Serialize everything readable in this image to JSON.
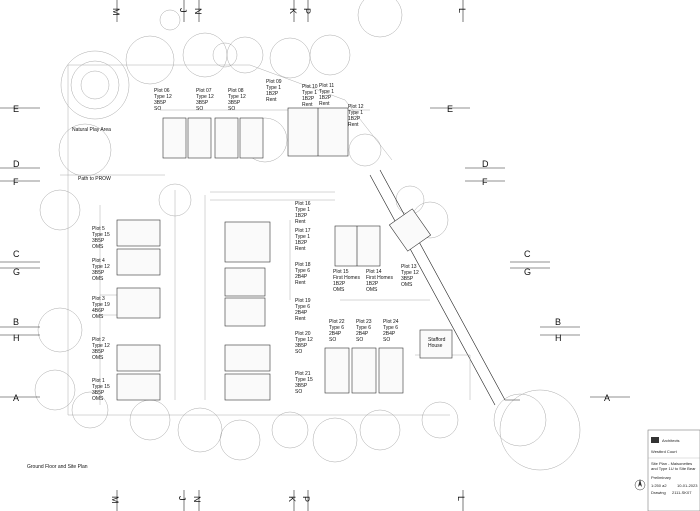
{
  "grid_columns": [
    "M",
    "J",
    "N",
    "K",
    "P",
    "L"
  ],
  "grid_rows_left": [
    "E",
    "D",
    "F",
    "C",
    "G",
    "B",
    "H",
    "A"
  ],
  "grid_rows_right": [
    "E",
    "D",
    "F",
    "C",
    "G",
    "B",
    "H",
    "A"
  ],
  "plots": [
    {
      "id": "p6",
      "lines": [
        "Plot 06",
        "Type 12",
        "3B5P",
        "SO"
      ]
    },
    {
      "id": "p7",
      "lines": [
        "Plot 07",
        "Type 12",
        "3B5P",
        "SO"
      ]
    },
    {
      "id": "p8",
      "lines": [
        "Plot 08",
        "Type 12",
        "3B5P",
        "SO"
      ]
    },
    {
      "id": "p9",
      "lines": [
        "Plot 09",
        "Type 1",
        "1B2P",
        "Rent"
      ]
    },
    {
      "id": "p10",
      "lines": [
        "Plot 10",
        "Type 1",
        "1B2P",
        "Rent"
      ]
    },
    {
      "id": "p11",
      "lines": [
        "Plot 11",
        "Type 1",
        "1B2P",
        "Rent"
      ]
    },
    {
      "id": "p12",
      "lines": [
        "Plot 12",
        "Type 1",
        "1B2P",
        "Rent"
      ]
    },
    {
      "id": "p5",
      "lines": [
        "Plot 5",
        "Type 15",
        "3B5P",
        "OMS"
      ]
    },
    {
      "id": "p4",
      "lines": [
        "Plot 4",
        "Type 12",
        "3B5P",
        "OMS"
      ]
    },
    {
      "id": "p3",
      "lines": [
        "Plot 3",
        "Type 19",
        "4B6P",
        "OMS"
      ]
    },
    {
      "id": "p2",
      "lines": [
        "Plot 2",
        "Type 12",
        "3B5P",
        "OMS"
      ]
    },
    {
      "id": "p1",
      "lines": [
        "Plot 1",
        "Type 15",
        "3B5P",
        "OMS"
      ]
    },
    {
      "id": "p16",
      "lines": [
        "Plot 16",
        "Type 1",
        "1B2P",
        "Rent"
      ]
    },
    {
      "id": "p17",
      "lines": [
        "Plot 17",
        "Type 1",
        "1B2P",
        "Rent"
      ]
    },
    {
      "id": "p18",
      "lines": [
        "Plot 18",
        "Type 6",
        "2B4P",
        "Rent"
      ]
    },
    {
      "id": "p19",
      "lines": [
        "Plot 19",
        "Type 6",
        "2B4P",
        "Rent"
      ]
    },
    {
      "id": "p20",
      "lines": [
        "Plot 20",
        "Type 12",
        "3B5P",
        "SO"
      ]
    },
    {
      "id": "p21",
      "lines": [
        "Plot 21",
        "Type 15",
        "3B5P",
        "SO"
      ]
    },
    {
      "id": "p15",
      "lines": [
        "Plot 15",
        "First Homes",
        "1B2P",
        "OMS"
      ]
    },
    {
      "id": "p14",
      "lines": [
        "Plot 14",
        "First Homes",
        "1B2P",
        "OMS"
      ]
    },
    {
      "id": "p13",
      "lines": [
        "Plot 13",
        "Type 12",
        "3B5P",
        "OMS"
      ]
    },
    {
      "id": "p22",
      "lines": [
        "Plot 22",
        "Type 6",
        "2B4P",
        "SO"
      ]
    },
    {
      "id": "p23",
      "lines": [
        "Plot 23",
        "Type 6",
        "2B4P",
        "SO"
      ]
    },
    {
      "id": "p24",
      "lines": [
        "Plot 24",
        "Type 6",
        "2B4P",
        "SO"
      ]
    }
  ],
  "annotations": {
    "natural_play_area": "Natural Play Area",
    "path": "Path to PROW",
    "stafford_house": [
      "Stafford",
      "House"
    ]
  },
  "sheet_title": "Ground Floor and Site Plan",
  "title_block": {
    "firm": "Architects",
    "project": "Westbrd Court",
    "drawing_title": [
      "Site Plan - Maisonettes",
      "and Type 1U to Site Bear"
    ],
    "status": "Preliminary",
    "scale": "1:250 a2",
    "date": "10-01-2023",
    "drawing_no_label": "Drawing",
    "drawing_no": "2111-SK07"
  }
}
